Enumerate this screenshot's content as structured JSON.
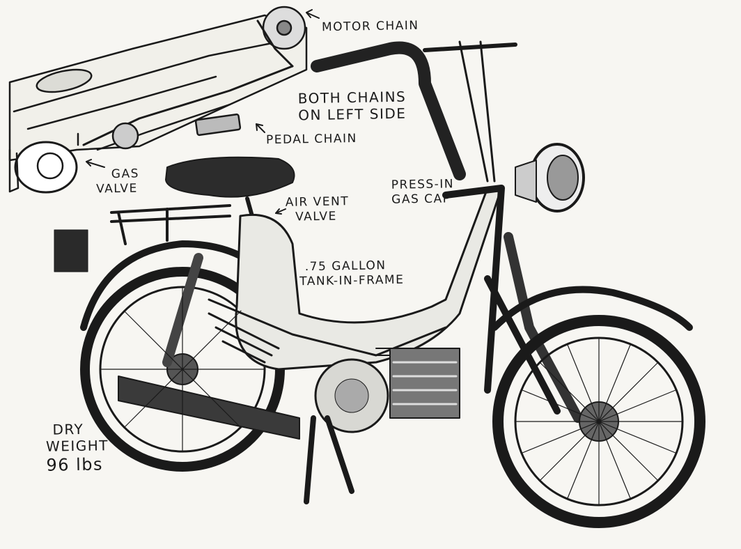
{
  "labels": {
    "motor_chain": "MOTOR CHAIN",
    "both_chains": [
      "BOTH CHAINS",
      "ON LEFT SIDE"
    ],
    "pedal_chain": "PEDAL CHAIN",
    "gas_valve": [
      "GAS",
      "VALVE"
    ],
    "press_in_gas_cap": [
      "PRESS-IN",
      "GAS CAP"
    ],
    "air_vent_valve": [
      "AIR VENT",
      "VALVE"
    ],
    "tank": [
      ".75 GALLON",
      "TANK-IN-FRAME"
    ],
    "dry_weight": [
      "DRY",
      "WEIGHT",
      "96 lbs"
    ]
  },
  "colors": {
    "ink": "#1a1a1a",
    "paper": "#f7f6f2"
  }
}
